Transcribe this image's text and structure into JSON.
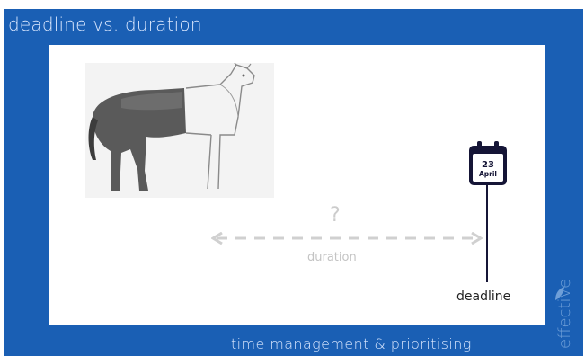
{
  "header": {
    "title": "deadline vs. duration"
  },
  "timeline": {
    "unknown_marker": "?",
    "duration_label": "duration",
    "deadline_label": "deadline",
    "calendar": {
      "day": "23",
      "month": "April"
    }
  },
  "footer": {
    "text": "time management & prioritising"
  },
  "brand": {
    "name": "effective"
  },
  "colors": {
    "frame": "#1a5fb4",
    "accent": "#151536"
  }
}
